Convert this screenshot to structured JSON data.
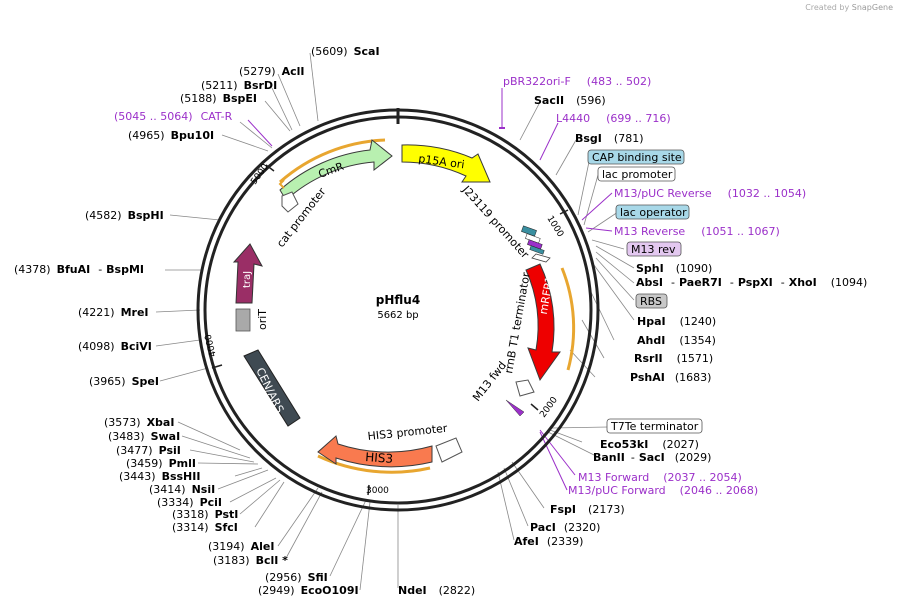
{
  "credit": {
    "prefix": "Created by",
    "brand": "SnapGene"
  },
  "plasmid": {
    "name": "pHflu4",
    "size": "5662 bp"
  },
  "ticks": [
    "1000",
    "2000",
    "3000",
    "4000",
    "5000"
  ],
  "features": {
    "cmr": "CmR",
    "p15a_ori": "p15A ori",
    "cat_promoter": "cat promoter",
    "j23119": "J23119 promoter",
    "rrnb_t1": "rrnB T1 terminator",
    "mrfp1": "mRFP1",
    "m13_fwd": "M13 fwd",
    "his3_promoter": "HIS3 promoter",
    "his3": "HIS3",
    "cen_ars": "CEN/ARS",
    "oriT": "oriT",
    "traJ": "traJ"
  },
  "sites": {
    "scai": {
      "name": "ScaI",
      "pos": "(5609)"
    },
    "acli": {
      "name": "AclI",
      "pos": "(5279)"
    },
    "bsrdi": {
      "name": "BsrDI",
      "pos": "(5211)"
    },
    "bspei": {
      "name": "BspEI",
      "pos": "(5188)"
    },
    "cat_r": {
      "name": "CAT-R",
      "pos": "(5045 .. 5064)"
    },
    "bpu10i": {
      "name": "Bpu10I",
      "pos": "(4965)"
    },
    "bsphi": {
      "name": "BspHI",
      "pos": "(4582)"
    },
    "bfuai": {
      "name": "BfuAI",
      "sep": "-",
      "name2": "BspMI",
      "pos": "(4378)"
    },
    "mrei": {
      "name": "MreI",
      "pos": "(4221)"
    },
    "bcivi": {
      "name": "BciVI",
      "pos": "(4098)"
    },
    "spei": {
      "name": "SpeI",
      "pos": "(3965)"
    },
    "xbai": {
      "name": "XbaI",
      "pos": "(3573)"
    },
    "swai": {
      "name": "SwaI",
      "pos": "(3483)"
    },
    "psii": {
      "name": "PsiI",
      "pos": "(3477)"
    },
    "pmli": {
      "name": "PmlI",
      "pos": "(3459)"
    },
    "bsshii": {
      "name": "BssHII",
      "pos": "(3443)"
    },
    "nsii": {
      "name": "NsiI",
      "pos": "(3414)"
    },
    "pcii": {
      "name": "PciI",
      "pos": "(3334)"
    },
    "psti": {
      "name": "PstI",
      "pos": "(3318)"
    },
    "sfci": {
      "name": "SfcI",
      "pos": "(3314)"
    },
    "alei": {
      "name": "AleI",
      "pos": "(3194)"
    },
    "bcli": {
      "name": "BclI *",
      "pos": "(3183)"
    },
    "sfii": {
      "name": "SfiI",
      "pos": "(2956)"
    },
    "eco0109i": {
      "name": "EcoO109I",
      "pos": "(2949)"
    },
    "ndei": {
      "name": "NdeI",
      "pos": "(2822)"
    },
    "afei": {
      "name": "AfeI",
      "pos": "(2339)"
    },
    "paci": {
      "name": "PacI",
      "pos": "(2320)"
    },
    "fspi": {
      "name": "FspI",
      "pos": "(2173)"
    },
    "m13_pucfwd": {
      "name": "M13/pUC Forward",
      "pos": "(2046 .. 2068)"
    },
    "m13_forward": {
      "name": "M13 Forward",
      "pos": "(2037 .. 2054)"
    },
    "banii": {
      "name": "BanII",
      "sep": "-",
      "name2": "SacI",
      "pos": "(2029)"
    },
    "eco53ki": {
      "name": "Eco53kI",
      "pos": "(2027)"
    },
    "t7te": {
      "name": "T7Te terminator"
    },
    "pshai": {
      "name": "PshAI",
      "pos": "(1683)"
    },
    "rsrii": {
      "name": "RsrII",
      "pos": "(1571)"
    },
    "ahdi": {
      "name": "AhdI",
      "pos": "(1354)"
    },
    "hpai": {
      "name": "HpaI",
      "pos": "(1240)"
    },
    "rbs": {
      "name": "RBS"
    },
    "absi": {
      "name": "AbsI",
      "sep": "-",
      "name2": "PaeR7I",
      "sep2": "-",
      "name3": "PspXI",
      "sep3": "-",
      "name4": "XhoI",
      "pos": "(1094)"
    },
    "sphi": {
      "name": "SphI",
      "pos": "(1090)"
    },
    "m13rev": {
      "name": "M13 rev"
    },
    "m13_reverse": {
      "name": "M13 Reverse",
      "pos": "(1051 .. 1067)"
    },
    "lac_operator": {
      "name": "lac operator"
    },
    "m13_pucrev": {
      "name": "M13/pUC Reverse",
      "pos": "(1032 .. 1054)"
    },
    "lac_promoter": {
      "name": "lac promoter"
    },
    "cap_site": {
      "name": "CAP binding site"
    },
    "bsgi": {
      "name": "BsgI",
      "pos": "(781)"
    },
    "l4440": {
      "name": "L4440",
      "pos": "(699 .. 716)"
    },
    "sacii": {
      "name": "SacII",
      "pos": "(596)"
    },
    "pbr322ori_f": {
      "name": "pBR322ori-F",
      "pos": "(483 .. 502)"
    }
  },
  "colors": {
    "primer": "#9b30c9",
    "cmr": "#b8f0b0",
    "p15a": "#ffff00",
    "mrfp1": "#ee0000",
    "his3": "#f97a4f",
    "cen_ars": "#3f4a52",
    "traJ": "#9a2e66",
    "oriT": "#a9a9a9",
    "cap_box": "#a8d8e8",
    "m13rev_box": "#e3c8f0",
    "rbs_box": "#c8c8c8",
    "highlight": "#e8a630"
  }
}
